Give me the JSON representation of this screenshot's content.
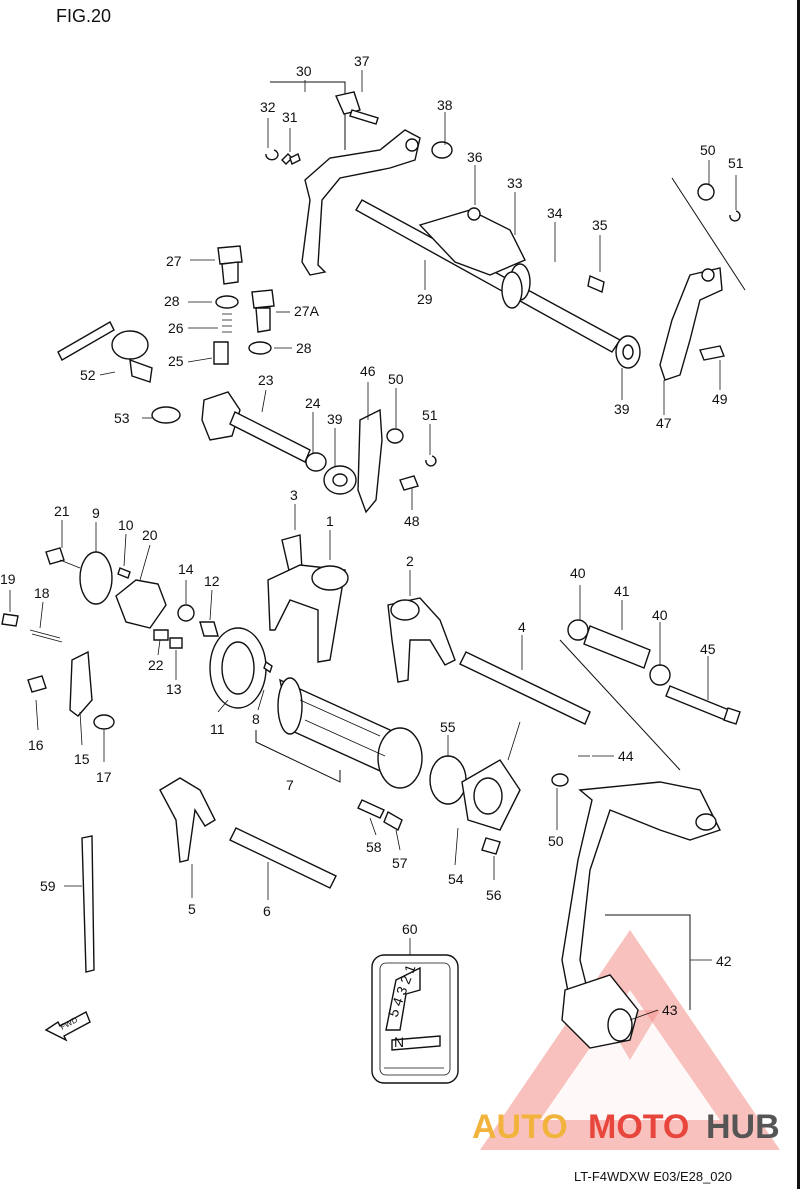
{
  "figure_label": "FIG.20",
  "footer_code": "LT-F4WDXW E03/E28_020",
  "watermark": {
    "text_auto": "AUTO",
    "text_moto": "MOTO",
    "text_hub": "HUB",
    "color_orange": "#f2b33d",
    "color_red": "#e8453c",
    "color_gray": "#555555"
  },
  "fwd_label": "FWD",
  "part_labels": {
    "p1": "1",
    "p2": "2",
    "p3": "3",
    "p4": "4",
    "p5": "5",
    "p6": "6",
    "p7": "7",
    "p8": "8",
    "p9": "9",
    "p10": "10",
    "p11": "11",
    "p12": "12",
    "p13": "13",
    "p14": "14",
    "p15": "15",
    "p16": "16",
    "p17": "17",
    "p18": "18",
    "p19": "19",
    "p20": "20",
    "p21": "21",
    "p22": "22",
    "p23": "23",
    "p24": "24",
    "p25": "25",
    "p26": "26",
    "p27": "27",
    "p27a": "27A",
    "p28a": "28",
    "p28b": "28",
    "p29": "29",
    "p30": "30",
    "p31": "31",
    "p32": "32",
    "p33": "33",
    "p34": "34",
    "p35": "35",
    "p36": "36",
    "p37": "37",
    "p38": "38",
    "p39a": "39",
    "p39b": "39",
    "p40a": "40",
    "p40b": "40",
    "p41": "41",
    "p42": "42",
    "p43": "43",
    "p44": "44",
    "p45": "45",
    "p46": "46",
    "p47": "47",
    "p48": "48",
    "p49": "49",
    "p50a": "50",
    "p50b": "50",
    "p50c": "50",
    "p51a": "51",
    "p51b": "51",
    "p52": "52",
    "p53": "53",
    "p54": "54",
    "p55": "55",
    "p56": "56",
    "p57": "57",
    "p58": "58",
    "p59": "59",
    "p60": "60"
  },
  "decal": {
    "text_digits": "5 4 3 2 1",
    "text_n": "N"
  }
}
